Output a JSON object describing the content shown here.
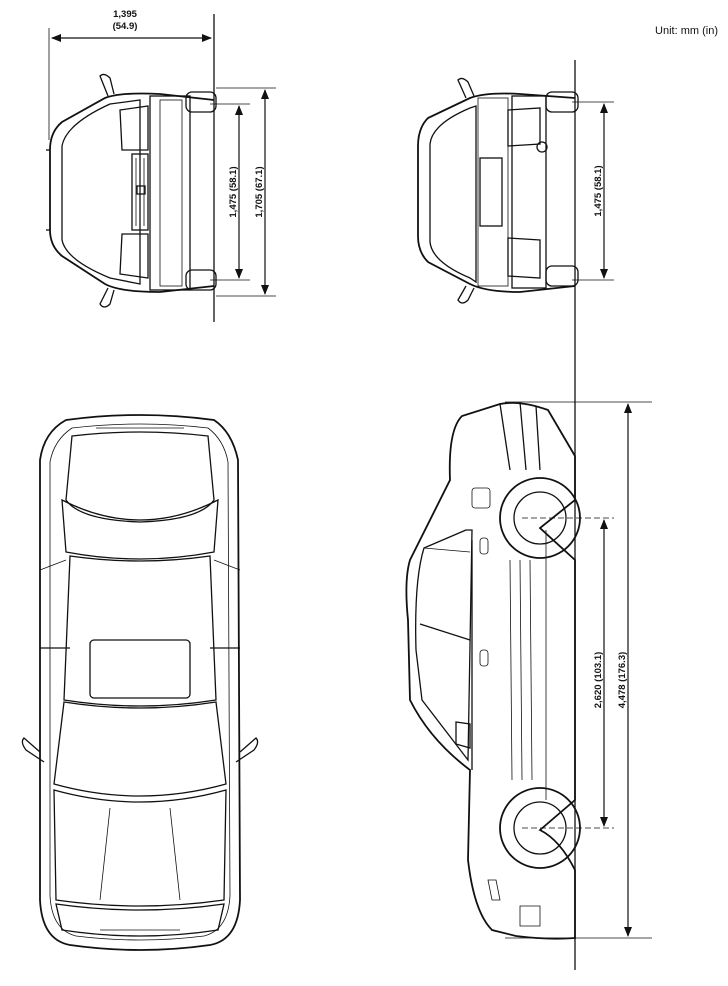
{
  "unit_label": "Unit: mm (in)",
  "dimensions": {
    "overall_height": {
      "mm": "1,395",
      "in": "(54.9)"
    },
    "front_tread": "1,475 (58.1)",
    "overall_width": "1,705 (67.1)",
    "rear_tread": "1,475 (58.1)",
    "wheelbase": "2,620 (103.1)",
    "overall_length": "4,478 (176.3)"
  }
}
